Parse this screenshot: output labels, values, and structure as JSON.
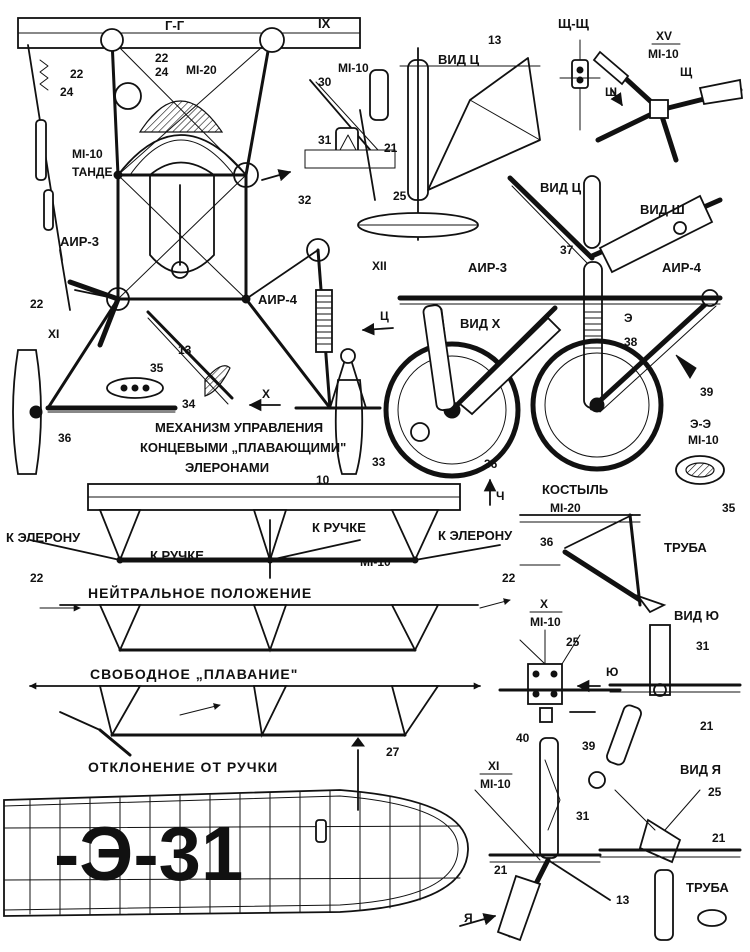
{
  "labels": {
    "section_gg": "Г-Г",
    "section_ix": "IX",
    "num_22a": "22",
    "num_22b": "22",
    "num_24a": "24",
    "num_24b": "24",
    "mi20_top": "МI-20",
    "mn10_left": "МI-10",
    "tande": "ТАНДЕ",
    "air3_left": "АИР-3",
    "num_22c": "22",
    "section_xi_left": "XI",
    "num_36_left": "36",
    "num_35": "35",
    "num_34": "34",
    "num_13_left": "13",
    "x_arrow": "X",
    "air4_left": "АИР-4",
    "section_xii": "XII",
    "num_32": "32",
    "c_arrow": "Ц",
    "num_33": "33",
    "vid_ts": "ВИД Ц",
    "mn10_mid": "МI-10",
    "num_30": "30",
    "num_31_mid": "31",
    "num_21_mid": "21",
    "num_25_mid": "25",
    "num_13_top": "13",
    "section_shsh": "Щ-Щ",
    "section_xv": "XV",
    "mn10_xv": "МI-10",
    "sh_arrow_a": "Щ",
    "sh_arrow_b": "Ш",
    "vid_ts2": "ВИД Ц",
    "vid_sh": "ВИД Ш",
    "num_37": "37",
    "air3_right": "АИР-3",
    "air4_right": "АИР-4",
    "vid_x": "ВИД X",
    "e_label": "Э",
    "num_38": "38",
    "num_39": "39",
    "num_36_mid": "36",
    "section_ee": "Э-Э",
    "mn10_ee": "МI-10",
    "num_35_right": "35",
    "kostyl": "КОСТЫЛЬ",
    "ch_arrow": "Ч",
    "mech_title_1": "МЕХАНИЗМ УПРАВЛЕНИЯ",
    "mech_title_2": "КОНЦЕВЫМИ „ПЛАВАЮЩИМИ\"",
    "mech_title_3": "ЭЛЕРОНАМИ",
    "num_10": "10",
    "k_eleronu_left": "К ЭЛЕРОНУ",
    "k_ruchke_center": "К РУЧКЕ",
    "k_ruchke_left": "К РУЧКЕ",
    "k_eleronu_right": "К ЭЛЕРОНУ",
    "mn10_mech": "МI-10",
    "num_22_mech_l": "22",
    "num_22_mech_r": "22",
    "neutral": "НЕЙТРАЛЬНОЕ ПОЛОЖЕНИЕ",
    "free_float": "СВОБОДНОЕ „ПЛАВАНИЕ\"",
    "deflection": "ОТКЛОНЕНИЕ ОТ РУЧКИ",
    "num_27": "27",
    "registration": "-Э-31",
    "mi20_truba": "МI-20",
    "num_36_truba": "36",
    "truba_1": "ТРУБА",
    "section_x": "X",
    "mn10_x": "МI-10",
    "num_25_x": "25",
    "yu_arrow": "Ю",
    "num_40": "40",
    "vid_yu": "ВИД Ю",
    "num_31_yu": "31",
    "num_21_yu": "21",
    "num_39_low": "39",
    "section_xi_low": "XI",
    "mn10_xi": "МI-10",
    "num_31_low": "31",
    "num_21_low": "21",
    "num_13_low": "13",
    "ya_arrow": "Я",
    "vid_ya": "ВИД Я",
    "num_25_ya": "25",
    "num_21_ya": "21",
    "truba_2": "ТРУБА"
  }
}
